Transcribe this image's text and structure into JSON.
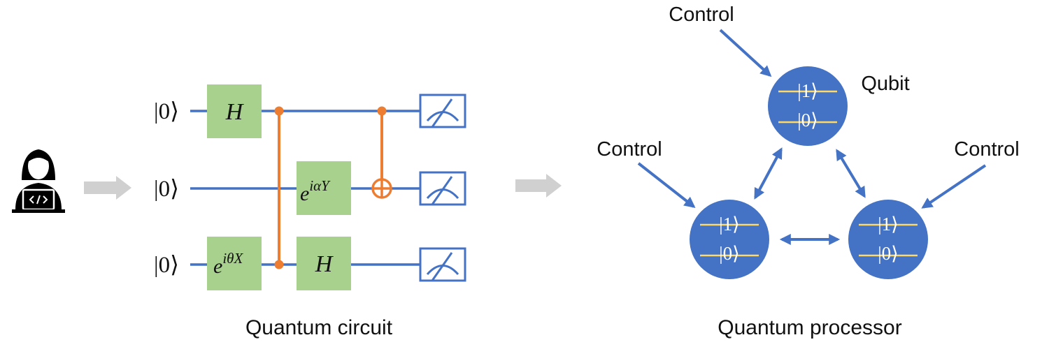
{
  "circuit": {
    "caption": "Quantum circuit",
    "input_states": [
      "|0⟩",
      "|0⟩",
      "|0⟩"
    ],
    "gates": {
      "hadamard": "H",
      "exp_base": "e",
      "rot_alpha_exp": "iαY",
      "rot_theta_exp": "iθX"
    }
  },
  "processor": {
    "caption": "Quantum processor",
    "control_labels": [
      "Control",
      "Control",
      "Control"
    ],
    "qubit_label": "Qubit",
    "levels": [
      "|1⟩",
      "|0⟩"
    ]
  },
  "colors": {
    "wire": "#4472c4",
    "gate_fill": "#a9d18e",
    "control_line": "#ed7d31",
    "qubit_fill": "#4472c4",
    "energy_level": "#ffd966",
    "flow_arrow": "#d0d0d0"
  },
  "icons": {
    "user": "programmer-laptop-icon",
    "meter": "measurement-meter-icon"
  }
}
